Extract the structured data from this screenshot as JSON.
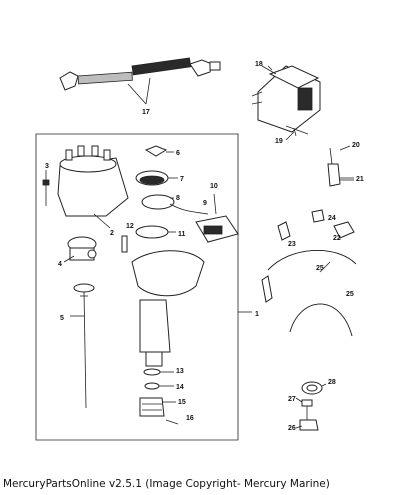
{
  "footer": {
    "caption": "MercuryPartsOnline v2.5.1 (Image Copyright- Mercury Marine)"
  },
  "callouts": [
    {
      "id": "c1",
      "text": "1"
    },
    {
      "id": "c2",
      "text": "2"
    },
    {
      "id": "c3",
      "text": "3"
    },
    {
      "id": "c4",
      "text": "4"
    },
    {
      "id": "c5",
      "text": "5"
    },
    {
      "id": "c6",
      "text": "6"
    },
    {
      "id": "c7",
      "text": "7"
    },
    {
      "id": "c8",
      "text": "8"
    },
    {
      "id": "c9",
      "text": "9"
    },
    {
      "id": "c10",
      "text": "10"
    },
    {
      "id": "c11",
      "text": "11"
    },
    {
      "id": "c12",
      "text": "12"
    },
    {
      "id": "c13",
      "text": "13"
    },
    {
      "id": "c14",
      "text": "14"
    },
    {
      "id": "c15",
      "text": "15"
    },
    {
      "id": "c16",
      "text": "16"
    },
    {
      "id": "c17",
      "text": "17"
    },
    {
      "id": "c18",
      "text": "18"
    },
    {
      "id": "c19",
      "text": "19"
    },
    {
      "id": "c20",
      "text": "20"
    },
    {
      "id": "c21",
      "text": "21"
    },
    {
      "id": "c22",
      "text": "22"
    },
    {
      "id": "c23",
      "text": "23"
    },
    {
      "id": "c24",
      "text": "24"
    },
    {
      "id": "c25a",
      "text": "25"
    },
    {
      "id": "c25b",
      "text": "25"
    },
    {
      "id": "c26",
      "text": "26"
    },
    {
      "id": "c27",
      "text": "27"
    },
    {
      "id": "c28",
      "text": "28"
    }
  ]
}
